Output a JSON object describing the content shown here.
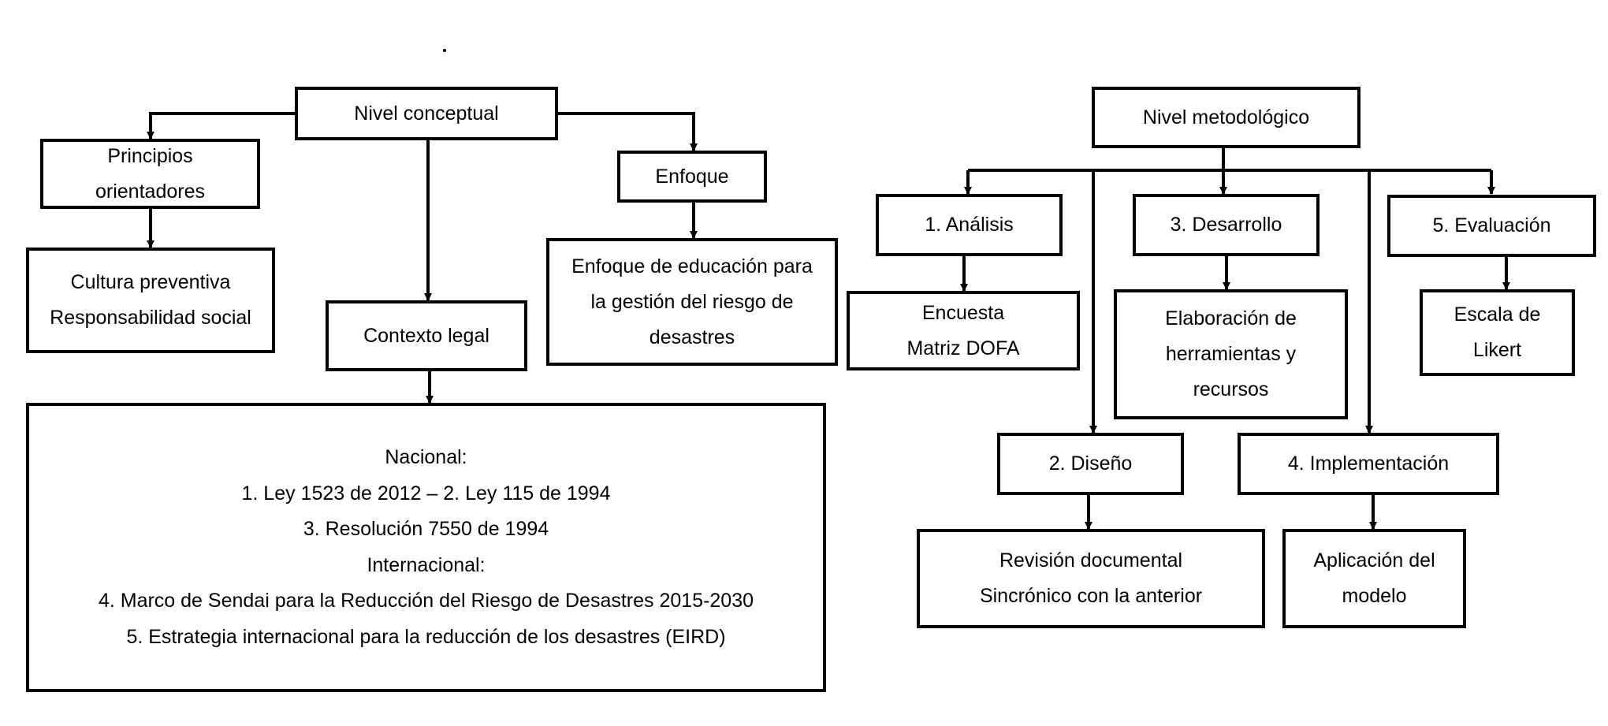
{
  "conceptual": {
    "root": "Nivel conceptual",
    "principios": [
      "Principios",
      "orientadores"
    ],
    "cultura": [
      "Cultura preventiva",
      "Responsabilidad social"
    ],
    "contexto": "Contexto legal",
    "enfoque": "Enfoque",
    "enfoque_detalle": [
      "Enfoque de educación para",
      "la gestión del riesgo de",
      "desastres"
    ],
    "legal": [
      "Nacional:",
      "1. Ley 1523 de 2012 – 2. Ley 115 de 1994",
      "3. Resolución 7550 de 1994",
      "Internacional:",
      "4. Marco de Sendai para la Reducción del Riesgo de Desastres 2015-2030",
      "5. Estrategia internacional para la reducción de los desastres (EIRD)"
    ]
  },
  "methodological": {
    "root": "Nivel metodológico",
    "analisis": "1. Análisis",
    "analisis_detalle": [
      "Encuesta",
      "Matriz DOFA"
    ],
    "desarrollo": "3. Desarrollo",
    "desarrollo_detalle": [
      "Elaboración de",
      "herramientas y",
      "recursos"
    ],
    "evaluacion": "5. Evaluación",
    "evaluacion_detalle": [
      "Escala de",
      "Likert"
    ],
    "diseno": "2. Diseño",
    "diseno_detalle": [
      "Revisión documental",
      "Sincrónico con la anterior"
    ],
    "implementacion": "4. Implementación",
    "implementacion_detalle": [
      "Aplicación del",
      "modelo"
    ]
  }
}
